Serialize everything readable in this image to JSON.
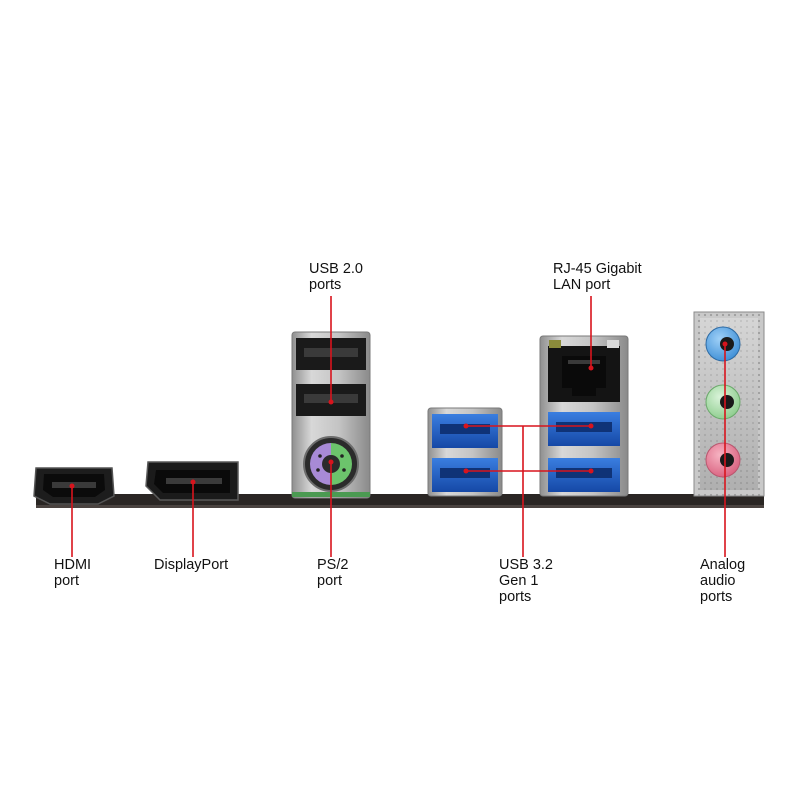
{
  "colors": {
    "callout_line": "#d8141d",
    "pcb": "#2a2624",
    "metal": "#b9b9b9",
    "usb3_blue": "#1f5fc4",
    "ps2_purple": "#a88ad6",
    "ps2_green": "#6cc46c",
    "audio_blue": "#5aa6e6",
    "audio_green": "#a7dca7",
    "audio_pink": "#e8839a"
  },
  "labels": {
    "usb2": [
      "USB 2.0",
      "ports"
    ],
    "rj45": [
      "RJ-45 Gigabit",
      "LAN port"
    ],
    "hdmi": [
      "HDMI",
      "port"
    ],
    "displayport": [
      "DisplayPort"
    ],
    "ps2": [
      "PS/2",
      "port"
    ],
    "usb32": [
      "USB 3.2",
      "Gen 1",
      "ports"
    ],
    "audio": [
      "Analog",
      "audio",
      "ports"
    ]
  },
  "icons": [
    "hdmi-port-icon",
    "displayport-icon",
    "usb2-port-icon",
    "ps2-port-icon",
    "usb3-port-icon",
    "rj45-port-icon",
    "audio-jack-icon"
  ]
}
